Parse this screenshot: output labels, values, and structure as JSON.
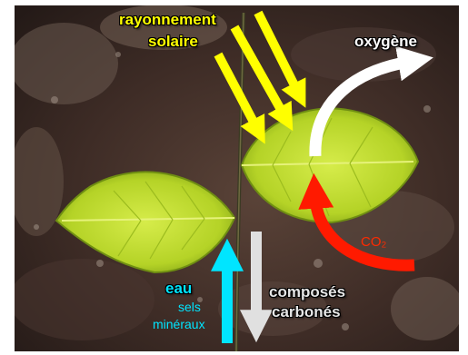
{
  "labels": {
    "sun_line1": "rayonnement",
    "sun_line2": "solaire",
    "oxygen": "oxygène",
    "co2": "CO₂",
    "water": "eau",
    "minerals_line1": "sels",
    "minerals_line2": "minéraux",
    "carbon_line1": "composés",
    "carbon_line2": "carbonés"
  },
  "colors": {
    "sun": "#ffff00",
    "oxygen": "#ffffff",
    "co2": "#ff1a00",
    "water": "#00e5ff",
    "carbon": "#e0e0e0"
  }
}
